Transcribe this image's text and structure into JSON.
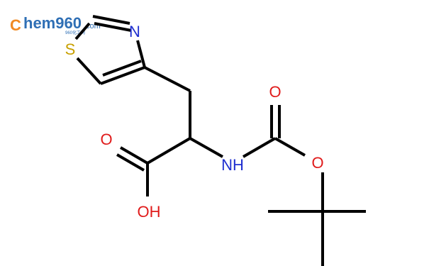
{
  "watermark": {
    "letter": "C",
    "text": "hem960",
    "domain": ".com",
    "sub": "960化工网",
    "colors": {
      "orange": "#f08a24",
      "blue": "#2f6fb5"
    }
  },
  "atoms": {
    "n_ring": "N",
    "s_ring": "S",
    "o_carbonyl_acid": "O",
    "oh_acid": "OH",
    "nh": "NH",
    "o_carbamate_carbonyl": "O",
    "o_ester": "O"
  },
  "colors": {
    "N": "#1f2fd0",
    "S": "#c8a000",
    "O": "#e01b1b",
    "bond": "#000000"
  }
}
